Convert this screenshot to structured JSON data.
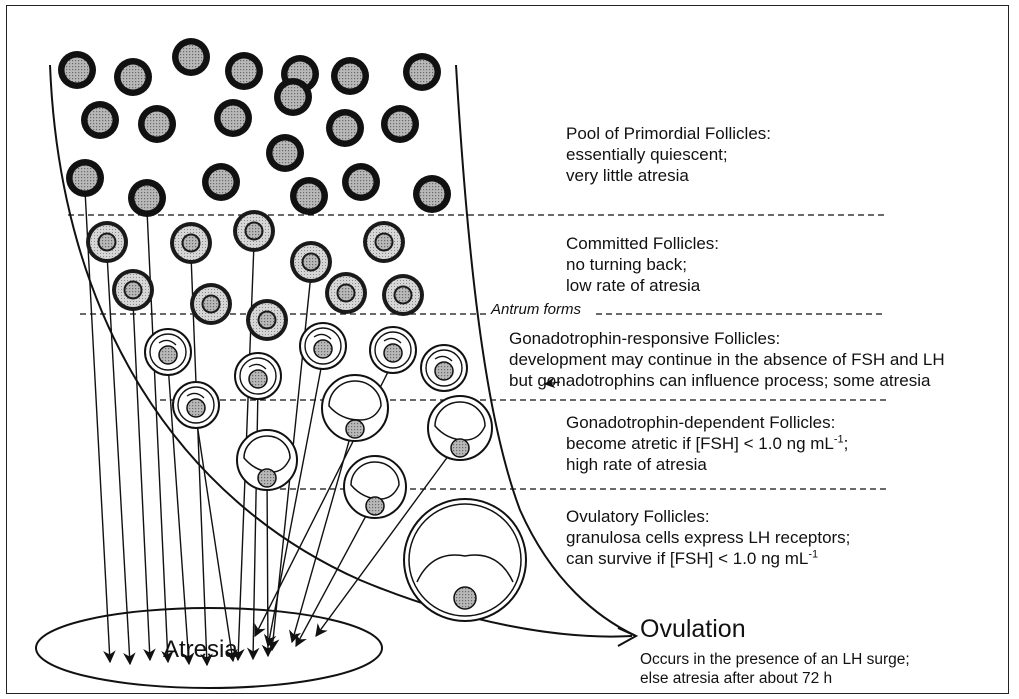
{
  "antrum_label": "Antrum forms",
  "stages": [
    {
      "lines": [
        "Pool of Primordial Follicles:",
        "essentially quiescent;",
        "very little atresia"
      ]
    },
    {
      "lines": [
        "Committed Follicles:",
        "no turning back;",
        "low rate of atresia"
      ]
    },
    {
      "lines": [
        "Gonadotrophin-responsive Follicles:",
        "development may continue in the absence of FSH and LH",
        "but gonadotrophins can influence process; some atresia"
      ]
    },
    {
      "line1": "Gonadotrophin-dependent Follicles:",
      "line2_pre": "become atretic if [FSH] < 1.0 ng mL",
      "line2_sup": "-1",
      "line2_post": ";",
      "line3": "high rate of atresia"
    },
    {
      "line1": "Ovulatory Follicles:",
      "line2": "granulosa cells express LH receptors;",
      "line3_pre": "can survive if [FSH] < 1.0 ng mL",
      "line3_sup": "-1"
    }
  ],
  "atresia_label": "Atresia",
  "ovulation": {
    "title": "Ovulation",
    "description": [
      "Occurs in the presence of an LH surge;",
      "else atresia after about 72 h"
    ]
  },
  "colors": {
    "ink": "#111111",
    "oocyte": "#9a9a9a",
    "granulosa": "#c4c4c4",
    "background": "#ffffff"
  }
}
